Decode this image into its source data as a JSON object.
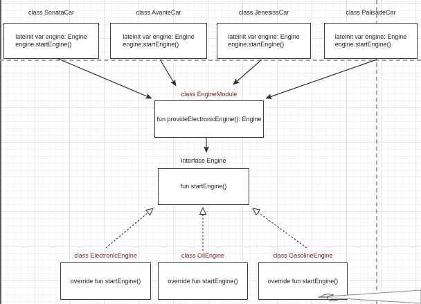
{
  "diagram": {
    "top_classes": [
      {
        "title": "class SonataCar",
        "lines": [
          "lateinit var engine: Engine",
          "engine.startEngine()"
        ]
      },
      {
        "title": "class AvanteCar",
        "lines": [
          "lateinit var engine: Engine",
          "engine.startEngine()"
        ]
      },
      {
        "title": "class JenesissCar",
        "lines": [
          "lateinit var engine: Engine",
          "engine.startEngine()"
        ]
      },
      {
        "title": "class PalisadeCar",
        "lines": [
          "lateinit var engine: Engine",
          "engine.startEngine()"
        ]
      }
    ],
    "module": {
      "title": "class EngineModule",
      "body": "fun provideElectronicEngine(): Engine"
    },
    "interface": {
      "title": "interface Engine",
      "body": "fun startEngine()"
    },
    "implementations": [
      {
        "title": "class ElectronicEngine",
        "body": "override fun startEngine()"
      },
      {
        "title": "class OilEngine",
        "body": "override fun startEngine()"
      },
      {
        "title": "class GasolineEngine",
        "body": "override fun startEngine()"
      }
    ],
    "colors": {
      "highlight_label": "#7b2222",
      "plain_label": "#262626",
      "shape_border": "#3f3f3f",
      "connector": "#2e2e2e",
      "page_break": "#a3a3a3"
    }
  }
}
